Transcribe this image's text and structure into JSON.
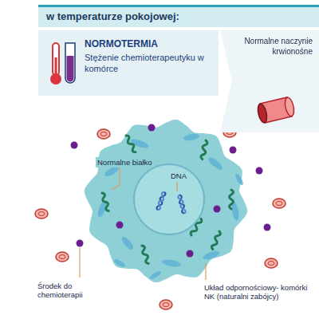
{
  "diagram": {
    "title": "w temperaturze pokojowej:",
    "nodes": [
      {
        "text": [
          "NORMOTERMIA",
          "Stężenie chemioterapeutyku w komórce"
        ]
      },
      {
        "text": [
          "Normalne naczynie krwionośne"
        ]
      }
    ],
    "labels": [
      "Normalne białko",
      "DNA",
      "Środek do chemioterapii",
      "Układ odpornościowy- komórki NK (naturalni zabójcy)"
    ]
  }
}
